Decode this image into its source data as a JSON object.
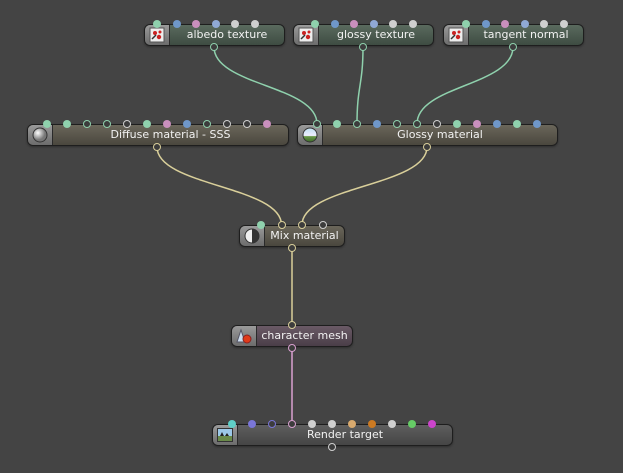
{
  "graph": {
    "background": "#444444",
    "nodes": [
      {
        "id": "albedo",
        "label": "albedo texture",
        "kind": "texture",
        "icon": "texture-icon",
        "inputs": [
          "#8fd1ad",
          "#6f97c9",
          "#c98fbd",
          "#8fa9d6",
          "#cfcfcf",
          "#cfcfcf"
        ],
        "input_hollow": [
          false,
          false,
          false,
          false,
          false,
          false
        ],
        "output_color": "#8fd1ad"
      },
      {
        "id": "glossytex",
        "label": "glossy texture",
        "kind": "texture",
        "icon": "texture-icon",
        "inputs": [
          "#8fd1ad",
          "#6f97c9",
          "#c98fbd",
          "#8fa9d6",
          "#cfcfcf",
          "#cfcfcf"
        ],
        "input_hollow": [
          false,
          false,
          false,
          false,
          false,
          false
        ],
        "output_color": "#8fd1ad"
      },
      {
        "id": "tangent",
        "label": "tangent normal",
        "kind": "texture",
        "icon": "texture-icon",
        "inputs": [
          "#8fd1ad",
          "#6f97c9",
          "#c98fbd",
          "#8fa9d6",
          "#cfcfcf",
          "#cfcfcf"
        ],
        "input_hollow": [
          false,
          false,
          false,
          false,
          false,
          false
        ],
        "output_color": "#8fd1ad"
      },
      {
        "id": "diffuse",
        "label": "Diffuse material - SSS",
        "kind": "material",
        "icon": "diffuse-sphere-icon",
        "inputs": [
          "#8fd1ad",
          "#8fd1ad",
          "#8fd1ad",
          "#8fd1ad",
          "#cfcfcf",
          "#8fd1ad",
          "#c98fbd",
          "#6f97c9",
          "#8fd1ad",
          "#cfcfcf",
          "#cfcfcf",
          "#c98fbd"
        ],
        "input_hollow": [
          false,
          false,
          true,
          true,
          true,
          false,
          false,
          false,
          true,
          true,
          true,
          false
        ],
        "output_color": "#d9cf9a"
      },
      {
        "id": "glossy",
        "label": "Glossy material",
        "kind": "material",
        "icon": "glossy-sphere-icon",
        "inputs": [
          "#8fd1ad",
          "#8fd1ad",
          "#8fd1ad",
          "#6f97c9",
          "#8fd1ad",
          "#8fd1ad",
          "#cfcfcf",
          "#8fd1ad",
          "#c98fbd",
          "#6f97c9",
          "#8fd1ad",
          "#6f97c9"
        ],
        "input_hollow": [
          true,
          false,
          true,
          false,
          true,
          true,
          true,
          false,
          false,
          false,
          false,
          false
        ],
        "output_color": "#d9cf9a"
      },
      {
        "id": "mix",
        "label": "Mix material",
        "kind": "material",
        "icon": "mix-sphere-icon",
        "inputs": [
          "#8fd1ad",
          "#d9cf9a",
          "#d9cf9a",
          "#cfcfcf"
        ],
        "input_hollow": [
          false,
          true,
          true,
          true
        ],
        "output_color": "#d9cf9a"
      },
      {
        "id": "mesh",
        "label": "character mesh",
        "kind": "mesh",
        "icon": "mesh-icon",
        "inputs": [
          "#d9cf9a"
        ],
        "input_hollow": [
          true
        ],
        "output_color": "#d9a0d0"
      },
      {
        "id": "render",
        "label": "Render target",
        "kind": "render",
        "icon": "render-image-icon",
        "inputs": [
          "#5fd0c8",
          "#7a76d8",
          "#7a76d8",
          "#d9a0d0",
          "#cfcfcf",
          "#cfcfcf",
          "#d9aa6e",
          "#cc7a22",
          "#cfcfcf",
          "#66cc66",
          "#cc44cc"
        ],
        "input_hollow": [
          false,
          false,
          true,
          true,
          false,
          false,
          false,
          false,
          false,
          false,
          false
        ],
        "output_color": "#cfcfcf"
      }
    ],
    "links": [
      {
        "from": "albedo",
        "to": "glossy",
        "to_pin": 0,
        "color": "#8fd1ad"
      },
      {
        "from": "glossytex",
        "to": "glossy",
        "to_pin": 2,
        "color": "#8fd1ad"
      },
      {
        "from": "tangent",
        "to": "glossy",
        "to_pin": 5,
        "color": "#8fd1ad"
      },
      {
        "from": "diffuse",
        "to": "mix",
        "to_pin": 1,
        "color": "#d9cf9a"
      },
      {
        "from": "glossy",
        "to": "mix",
        "to_pin": 2,
        "color": "#d9cf9a"
      },
      {
        "from": "mix",
        "to": "mesh",
        "to_pin": 0,
        "color": "#d9cf9a"
      },
      {
        "from": "mesh",
        "to": "render",
        "to_pin": 3,
        "color": "#d9a0d0"
      }
    ]
  }
}
